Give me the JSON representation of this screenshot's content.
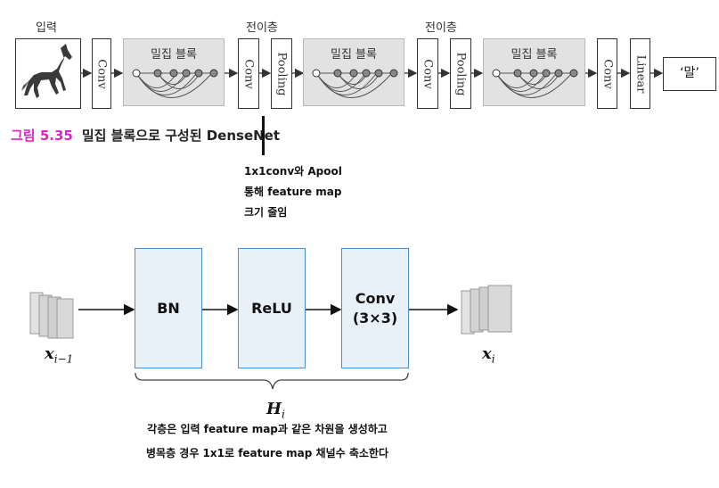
{
  "top_figure": {
    "input_label": "입력",
    "transition_label_1": "전이층",
    "transition_label_2": "전이층",
    "dense_block_label": "밀집 블록",
    "conv_label": "Conv",
    "pooling_label": "Pooling",
    "linear_label": "Linear",
    "output_label": "‘말’",
    "caption_number": "그림 5.35",
    "caption_text": "밀집 블록으로 구성된 DenseNet"
  },
  "annotation": {
    "line1": "1x1conv와 Apool",
    "line2": "통해 feature map",
    "line3": "크기 줄임"
  },
  "bottom_figure": {
    "blocks": [
      {
        "label": "BN"
      },
      {
        "label": "ReLU"
      },
      {
        "label": "Conv\n(3×3)"
      }
    ],
    "input_var": "x",
    "input_sub": "i−1",
    "output_var": "x",
    "output_sub": "i",
    "function_var": "H",
    "function_sub": "i",
    "note_line1": "각층은 입력 feature map과 같은 차원을 생성하고",
    "note_line2": "병목층 경우 1x1로 feature map 채널수 축소한다"
  },
  "colors": {
    "caption_highlight": "#e020c8",
    "block_border": "#4a8fcf",
    "block_fill": "#e8f0f8",
    "dense_fill": "#e2e2e2"
  }
}
